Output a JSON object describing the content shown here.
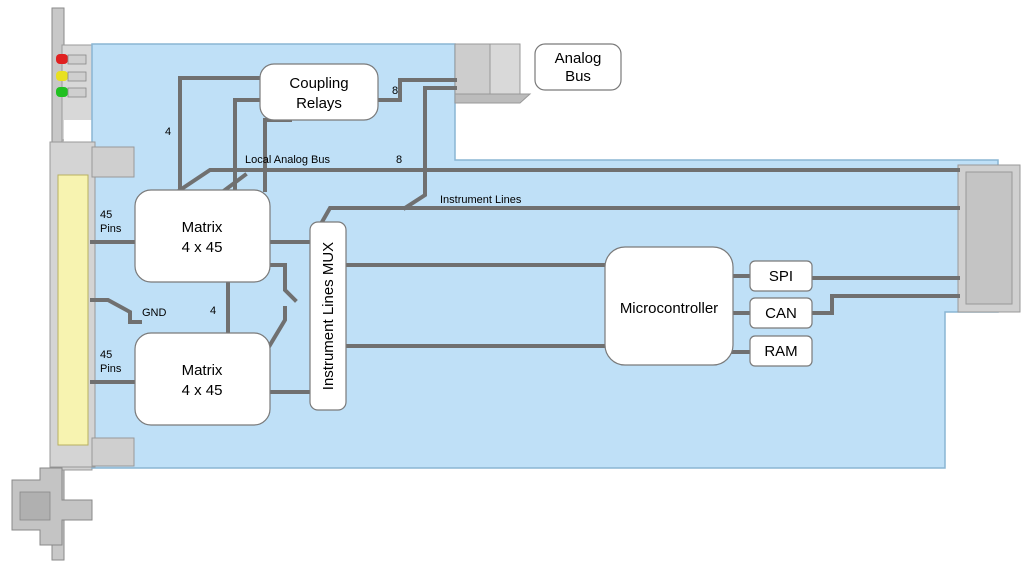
{
  "colors": {
    "board": "#bfe0f7",
    "board_edge": "#8ab5d4",
    "wire": "#707070",
    "connector": "#f7f3b0",
    "led_red": "#e02020",
    "led_yellow": "#e8e020",
    "led_green": "#20c020"
  },
  "blocks": {
    "coupling_relays": [
      "Coupling",
      "Relays"
    ],
    "analog_bus": [
      "Analog",
      "Bus"
    ],
    "matrix_top": [
      "Matrix",
      "4 x 45"
    ],
    "matrix_bottom": [
      "Matrix",
      "4 x 45"
    ],
    "mux": "Instrument Lines MUX",
    "microcontroller": "Microcontroller",
    "spi": "SPI",
    "can": "CAN",
    "ram": "RAM"
  },
  "labels": {
    "local_analog_bus": "Local Analog Bus",
    "instrument_lines": "Instrument Lines",
    "count_4_relay": "4",
    "count_8_relay": "8",
    "count_8_bus": "8",
    "count_4_matrix": "4",
    "pins_top": [
      "45",
      "Pins"
    ],
    "pins_bottom": [
      "45",
      "Pins"
    ],
    "gnd": "GND"
  }
}
